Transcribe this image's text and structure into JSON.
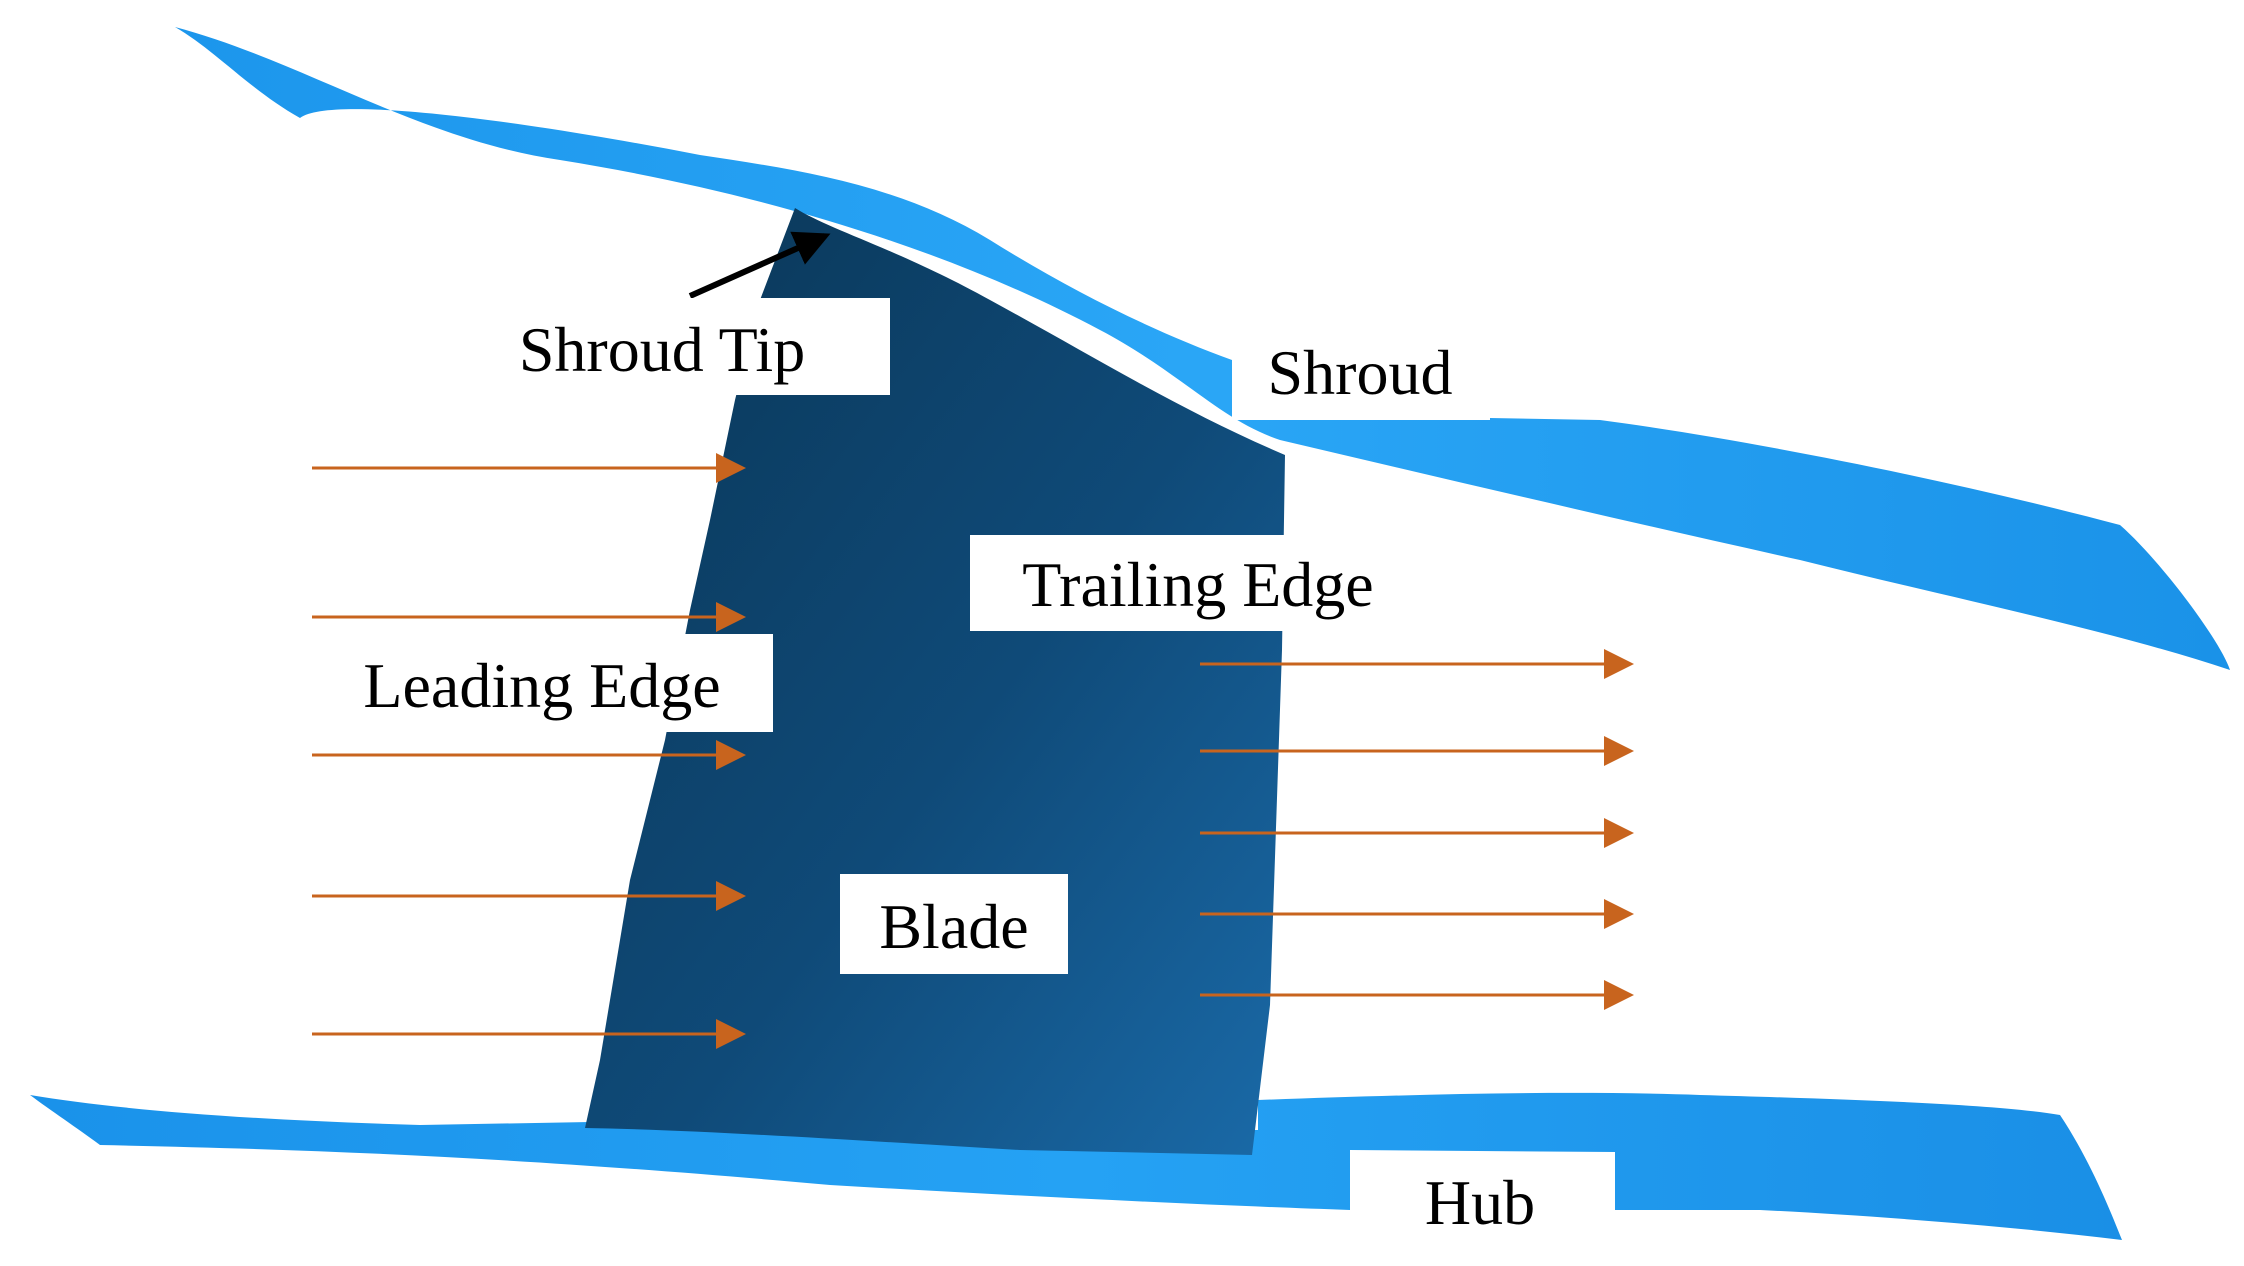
{
  "labels": {
    "shroud_tip": "Shroud Tip",
    "shroud": "Shroud",
    "trailing_edge": "Trailing Edge",
    "leading_edge": "Leading Edge",
    "blade": "Blade",
    "hub": "Hub"
  },
  "colors": {
    "surface_blue": "#1a9af0",
    "surface_blue_light": "#2aaaf8",
    "blade_dark": "#0b3d60",
    "blade_mid": "#164f7e",
    "flow_arrow": "#c8641e",
    "pointer_arrow": "#000000"
  }
}
